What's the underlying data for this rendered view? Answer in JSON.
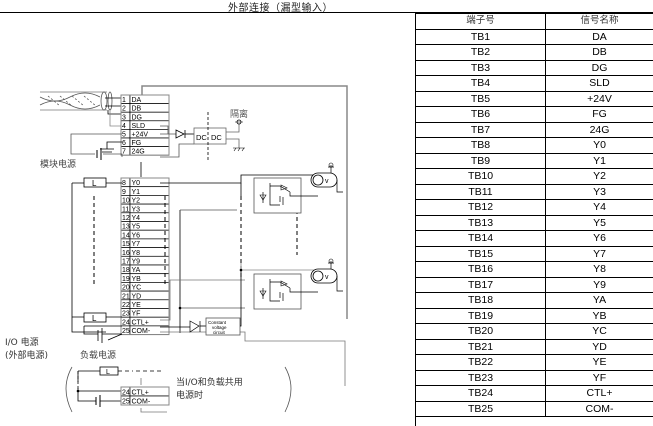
{
  "title": "外部连接（漏型输入）",
  "table": {
    "headers": [
      "端子号",
      "信号名称"
    ],
    "rows": [
      [
        "TB1",
        "DA"
      ],
      [
        "TB2",
        "DB"
      ],
      [
        "TB3",
        "DG"
      ],
      [
        "TB4",
        "SLD"
      ],
      [
        "TB5",
        "+24V"
      ],
      [
        "TB6",
        "FG"
      ],
      [
        "TB7",
        "24G"
      ],
      [
        "TB8",
        "Y0"
      ],
      [
        "TB9",
        "Y1"
      ],
      [
        "TB10",
        "Y2"
      ],
      [
        "TB11",
        "Y3"
      ],
      [
        "TB12",
        "Y4"
      ],
      [
        "TB13",
        "Y5"
      ],
      [
        "TB14",
        "Y6"
      ],
      [
        "TB15",
        "Y7"
      ],
      [
        "TB16",
        "Y8"
      ],
      [
        "TB17",
        "Y9"
      ],
      [
        "TB18",
        "YA"
      ],
      [
        "TB19",
        "YB"
      ],
      [
        "TB20",
        "YC"
      ],
      [
        "TB21",
        "YD"
      ],
      [
        "TB22",
        "YE"
      ],
      [
        "TB23",
        "YF"
      ],
      [
        "TB24",
        "CTL+"
      ],
      [
        "TB25",
        "COM-"
      ]
    ]
  },
  "diagram": {
    "terminals_top": [
      {
        "num": "1",
        "sig": "DA"
      },
      {
        "num": "2",
        "sig": "DB"
      },
      {
        "num": "3",
        "sig": "DG"
      },
      {
        "num": "4",
        "sig": "SLD"
      },
      {
        "num": "5",
        "sig": "+24V"
      },
      {
        "num": "6",
        "sig": "FG"
      },
      {
        "num": "7",
        "sig": "24G"
      }
    ],
    "terminals_io": [
      {
        "num": "8",
        "sig": "Y0"
      },
      {
        "num": "9",
        "sig": "Y1"
      },
      {
        "num": "10",
        "sig": "Y2"
      },
      {
        "num": "11",
        "sig": "Y3"
      },
      {
        "num": "12",
        "sig": "Y4"
      },
      {
        "num": "13",
        "sig": "Y5"
      },
      {
        "num": "14",
        "sig": "Y6"
      },
      {
        "num": "15",
        "sig": "Y7"
      },
      {
        "num": "16",
        "sig": "Y8"
      },
      {
        "num": "17",
        "sig": "Y9"
      },
      {
        "num": "18",
        "sig": "YA"
      },
      {
        "num": "19",
        "sig": "YB"
      },
      {
        "num": "20",
        "sig": "YC"
      },
      {
        "num": "21",
        "sig": "YD"
      },
      {
        "num": "22",
        "sig": "YE"
      },
      {
        "num": "23",
        "sig": "YF"
      },
      {
        "num": "24",
        "sig": "CTL+"
      },
      {
        "num": "25",
        "sig": "COM-"
      }
    ],
    "terminals_shared": [
      {
        "num": "24",
        "sig": "CTL+"
      },
      {
        "num": "25",
        "sig": "COM-"
      }
    ],
    "labels": {
      "isolation": "隔离",
      "module_power": "模块电源",
      "io_power_line1": "I/O 电源",
      "io_power_line2": "(外部电源)",
      "load_power": "负载电源",
      "shared_note_line1": "当I/O和负载共用",
      "shared_note_line2": "电源时",
      "dcdc_left": "DC",
      "dcdc_right": "DC",
      "load_symbol": "L",
      "constant_voltage_1": "Constant",
      "constant_voltage_2": "voltage",
      "constant_voltage_3": "circuit"
    }
  }
}
